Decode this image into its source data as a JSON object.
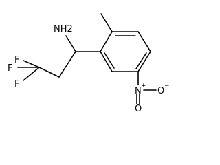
{
  "molecule": {
    "labels": {
      "amine": "NH2",
      "fluorine_top": "F",
      "fluorine_left": "F",
      "fluorine_bottom": "F",
      "nitro_n": "N",
      "nitro_o_right": "O",
      "nitro_o_bottom": "O",
      "positive_charge": "+",
      "negative_charge": "−"
    }
  }
}
